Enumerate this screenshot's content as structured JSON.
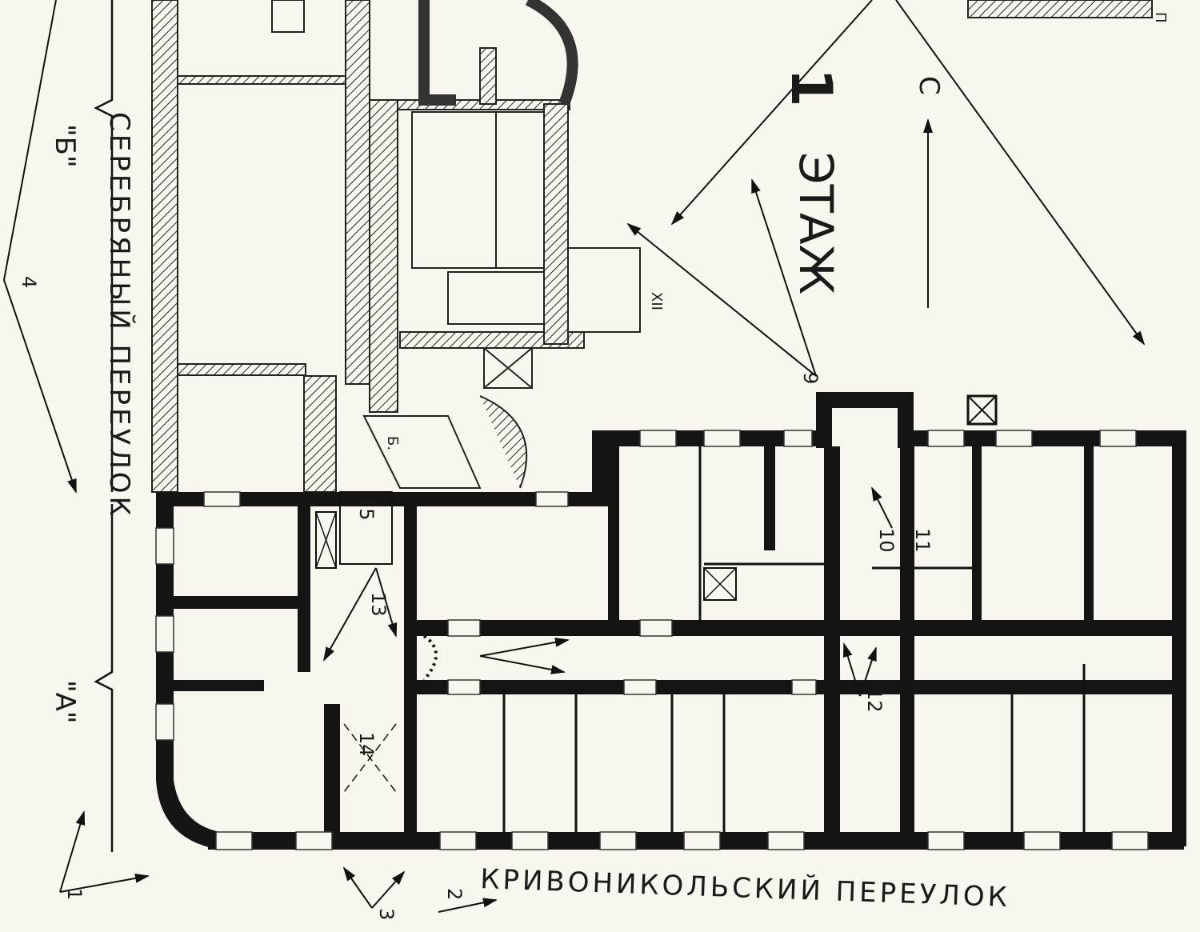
{
  "floor": {
    "number": "1",
    "label": "ЭТАЖ"
  },
  "north_marker": {
    "label": "С"
  },
  "streets": {
    "left": "СЕРЕБРЯНЫЙ ПЕРЕУЛОК",
    "bottom": "КРИВОНИКОЛЬСКИЙ ПЕРЕУЛОК"
  },
  "sections": {
    "b": "\"Б\"",
    "a": "\"А\""
  },
  "viewpoints": [
    "1",
    "2",
    "3",
    "4",
    "9",
    "10",
    "11",
    "12",
    "13",
    "14",
    "15"
  ],
  "marks": {
    "xii": "XII",
    "p": "П",
    "b_small": "Б."
  },
  "colors": {
    "ink": "#141414",
    "paper": "#f8f6ef"
  }
}
